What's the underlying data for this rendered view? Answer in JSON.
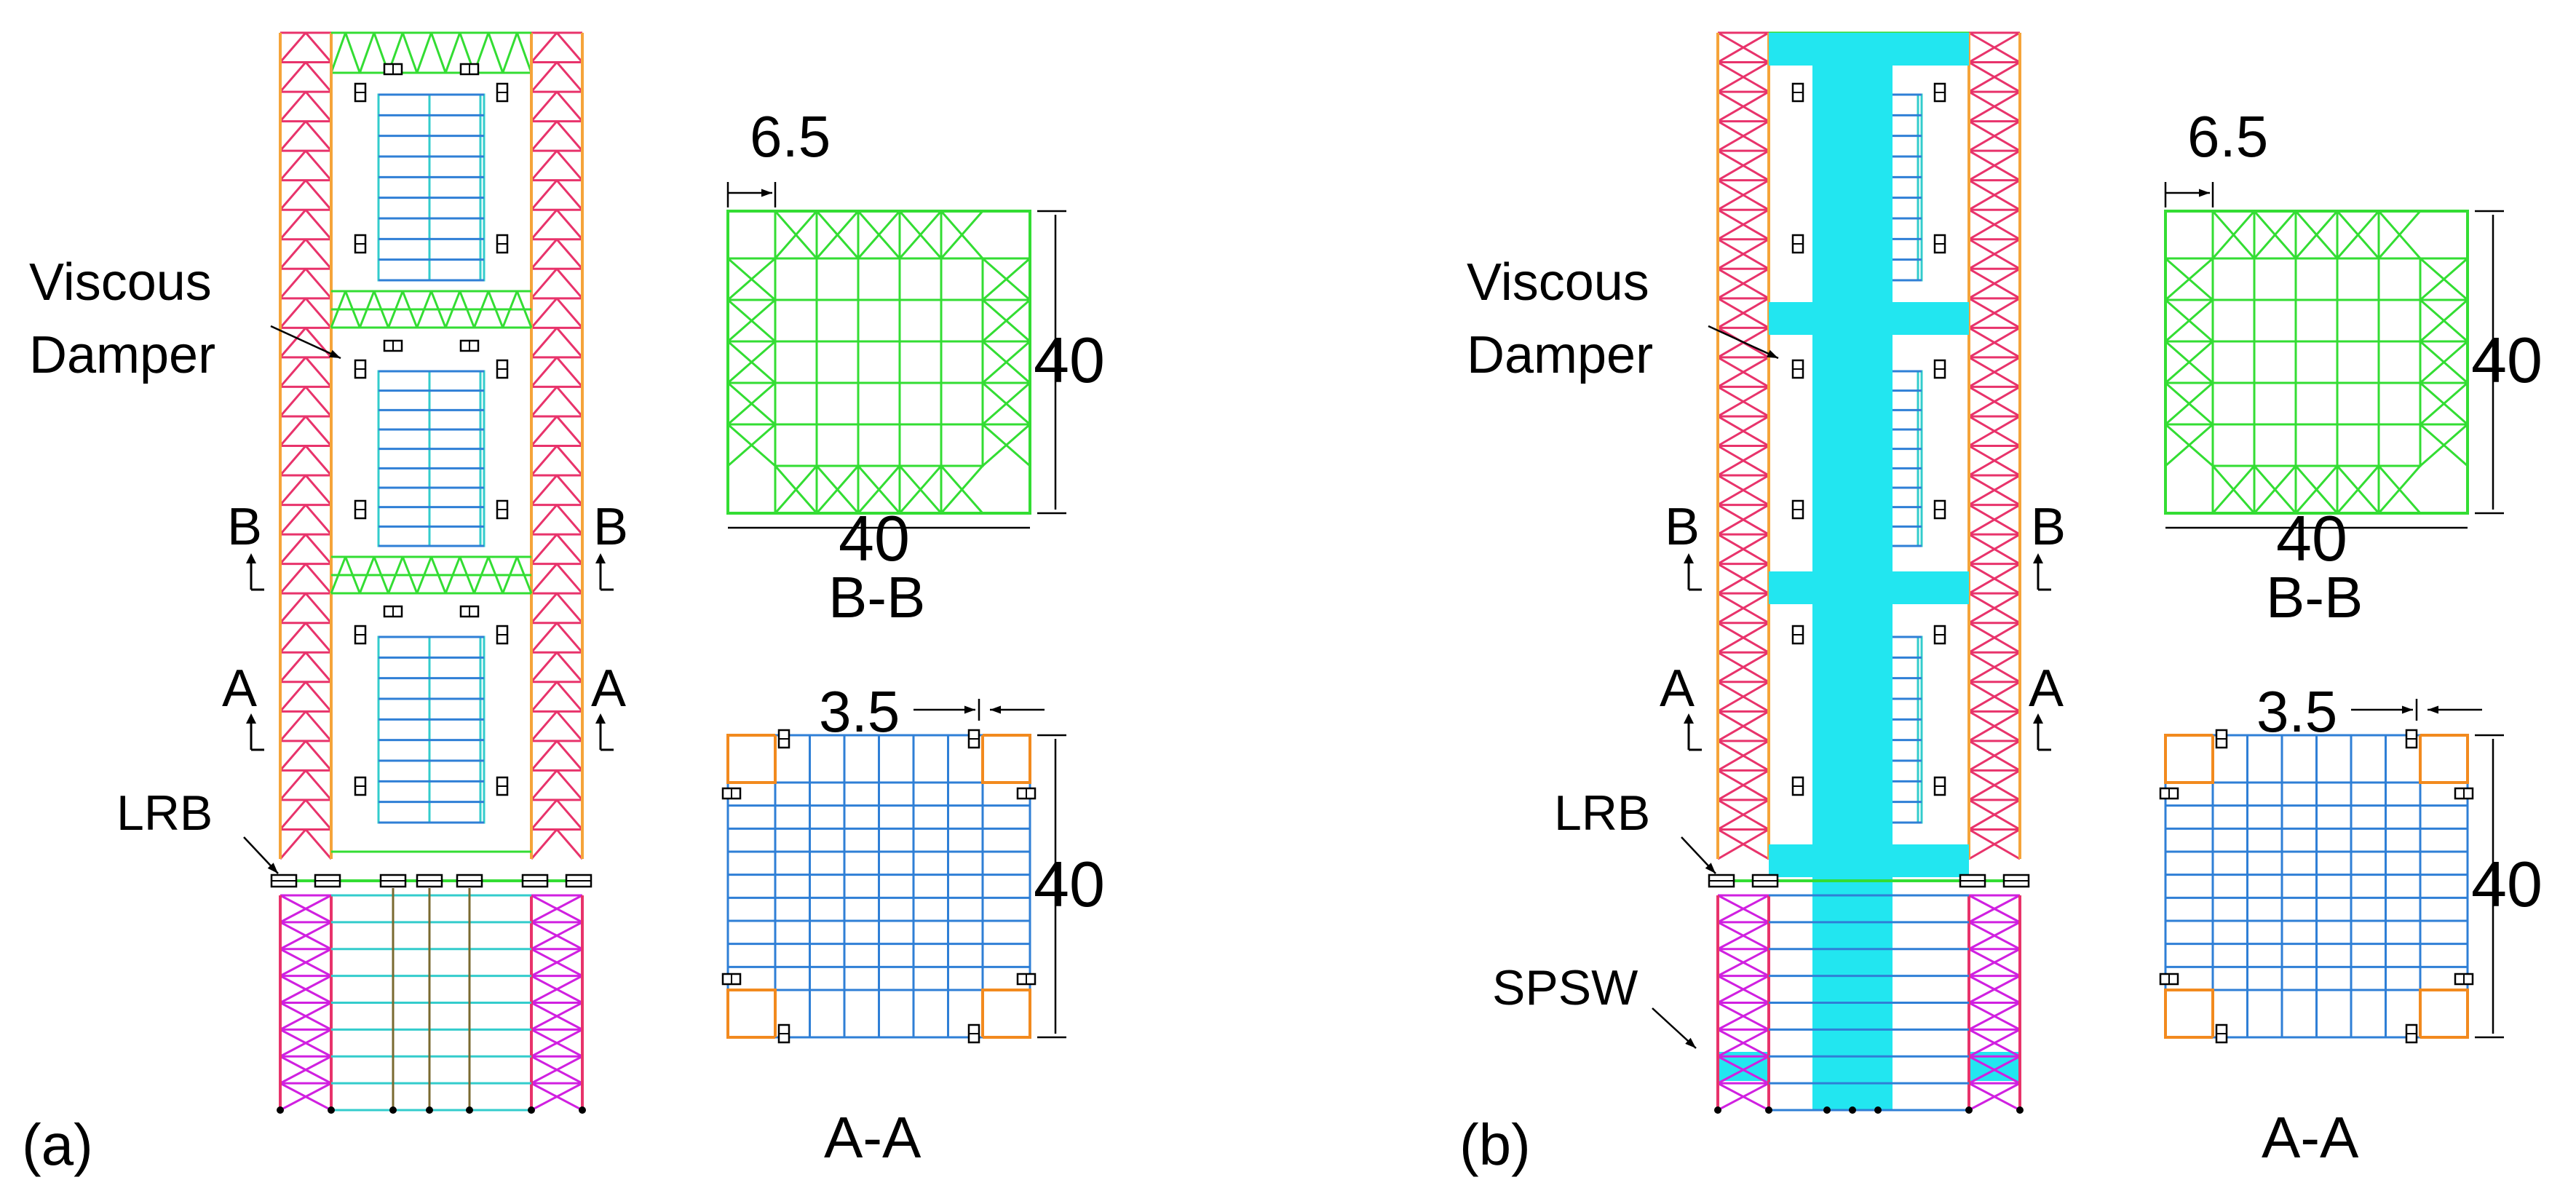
{
  "colors": {
    "truss_red": "#e8336b",
    "truss_orange": "#f5a43a",
    "truss_magenta": "#d020e0",
    "green": "#33dd33",
    "blue": "#2f7fd6",
    "teal": "#33cccc",
    "olive": "#7a6a30",
    "cyan": "#22e6f0",
    "corner_orange": "#f28a1e",
    "black": "#000000"
  },
  "panels": [
    {
      "id": "a",
      "label": "(a)",
      "has_core": false,
      "elevation_labels": {
        "viscous_damper_line1": "Viscous",
        "viscous_damper_line2": "Damper",
        "section_b": "B",
        "section_a": "A",
        "lrb": "LRB"
      },
      "section_bb": {
        "label": "B-B",
        "dim_top": "6.5",
        "dim_right": "40",
        "dim_bottom": "40"
      },
      "section_aa": {
        "label": "A-A",
        "dim_top": "3.5",
        "dim_right": "40"
      }
    },
    {
      "id": "b",
      "label": "(b)",
      "has_core": true,
      "elevation_labels": {
        "viscous_damper_line1": "Viscous",
        "viscous_damper_line2": "Damper",
        "section_b": "B",
        "section_a": "A",
        "lrb": "LRB",
        "spsw": "SPSW"
      },
      "section_bb": {
        "label": "B-B",
        "dim_top": "6.5",
        "dim_right": "40",
        "dim_bottom": "40"
      },
      "section_aa": {
        "label": "A-A",
        "dim_top": "3.5",
        "dim_right": "40"
      }
    }
  ]
}
